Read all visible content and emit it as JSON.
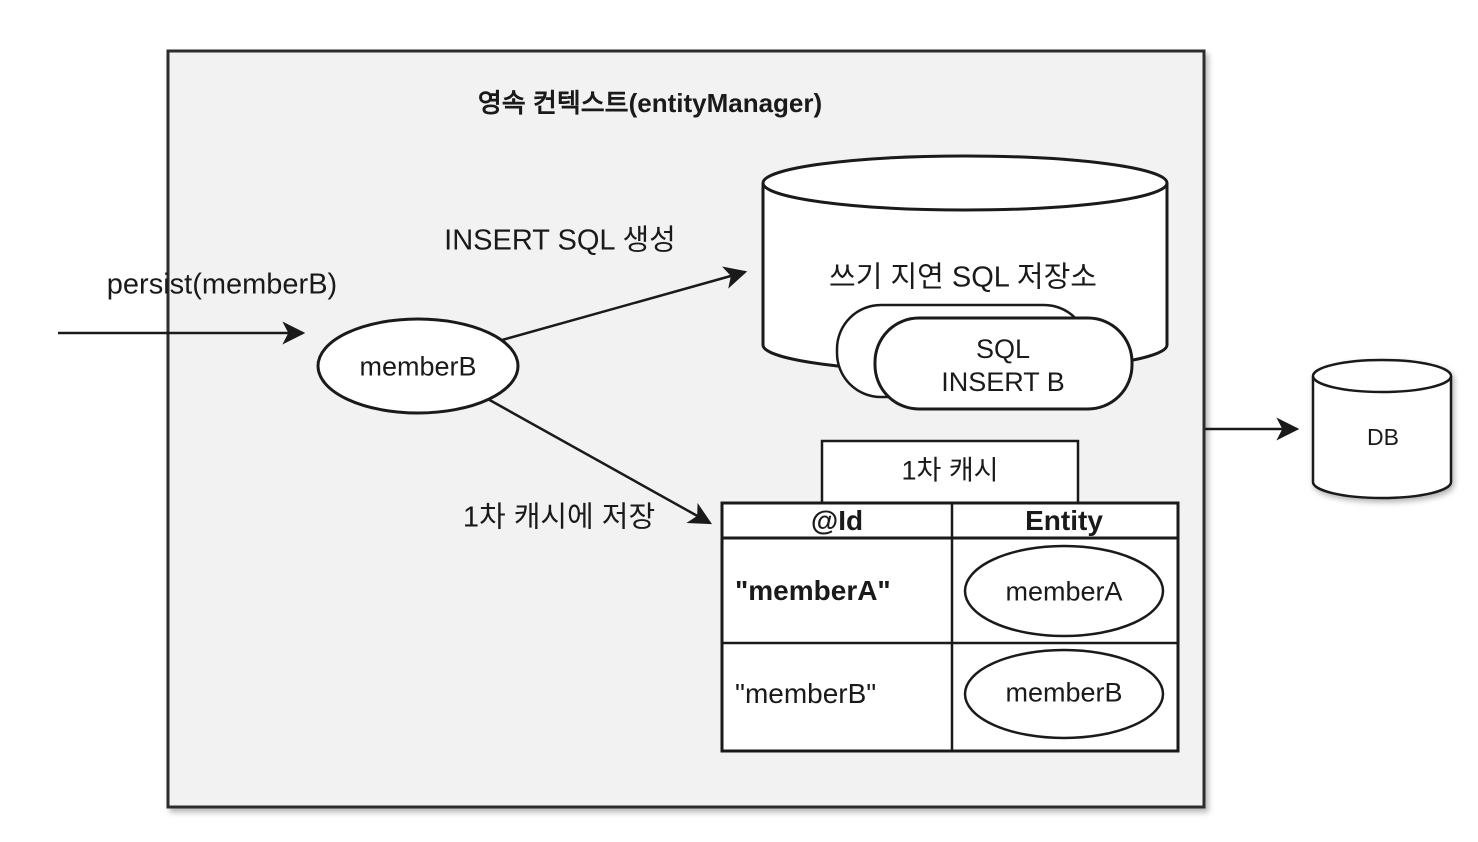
{
  "diagram": {
    "container": {
      "title": "영속 컨텍스트(entityManager)"
    },
    "labels": {
      "persist": "persist(memberB)",
      "insert_sql": "INSERT SQL 생성",
      "cache_save": "1차 캐시에 저장"
    },
    "member_entity": {
      "label": "memberB"
    },
    "sql_store": {
      "title": "쓰기 지연 SQL 저장소",
      "card": {
        "line1": "SQL",
        "line2": "INSERT B"
      }
    },
    "cache": {
      "title": "1차 캐시",
      "columns": {
        "id": "@Id",
        "entity": "Entity"
      },
      "rows": [
        {
          "id": "\"memberA\"",
          "entity": "memberA"
        },
        {
          "id": "\"memberB\"",
          "entity": "memberB"
        }
      ]
    },
    "db": {
      "label": "DB"
    },
    "colors": {
      "container_fill": "#f2f2f2",
      "shape_fill": "#ffffff",
      "stroke": "#1a1a1a",
      "text": "#1a1a1a"
    }
  }
}
